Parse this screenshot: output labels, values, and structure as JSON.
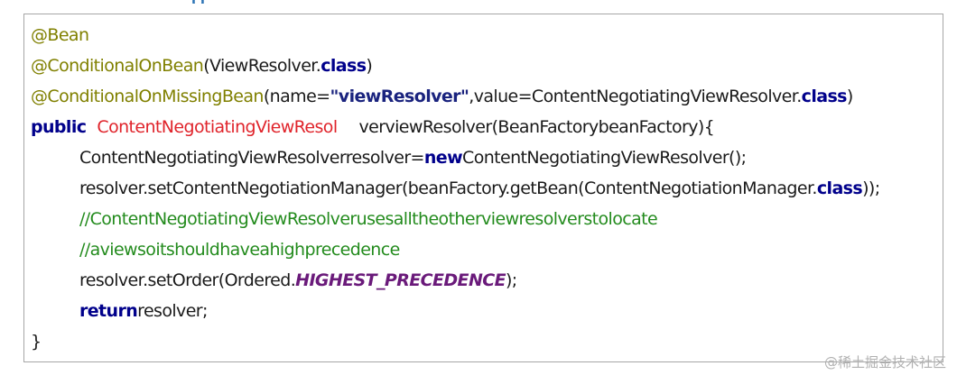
{
  "top_fragment": "g",
  "code": {
    "l1_ann": "@Bean",
    "l2_ann": "@ConditionalOnBean",
    "l2_open": "(ViewResolver.",
    "l2_kw": "class",
    "l2_close": ")",
    "l3_ann": "@ConditionalOnMissingBean",
    "l3_open": "(name=",
    "l3_str": "\"viewResolver\"",
    "l3_mid": ",value=ContentNegotiatingViewResolver.",
    "l3_kw": "class",
    "l3_close": ")",
    "l4_kw": "public",
    "l4_type": "ContentNegotiatingViewResol",
    "l4_rest": "verviewResolver(BeanFactorybeanFactory){",
    "l5_pre": "ContentNegotiatingViewResolverresolver=",
    "l5_kw": "new",
    "l5_post": "ContentNegotiatingViewResolver();",
    "l6_pre": "resolver.setContentNegotiationManager(beanFactory.getBean(ContentNegotiationManager.",
    "l6_kw": "class",
    "l6_post": "));",
    "l7_comment": "//ContentNegotiatingViewResolverusesalltheotherviewresolverstolocate",
    "l8_comment": "//aviewsoitshouldhaveahighprecedence",
    "l9_pre": "resolver.setOrder(Ordered.",
    "l9_const": "HIGHEST_PRECEDENCE",
    "l9_post": ");",
    "l10_kw": "return",
    "l10_post": "resolver;",
    "l11_close": "}"
  },
  "watermark": "@稀土掘金技术社区"
}
